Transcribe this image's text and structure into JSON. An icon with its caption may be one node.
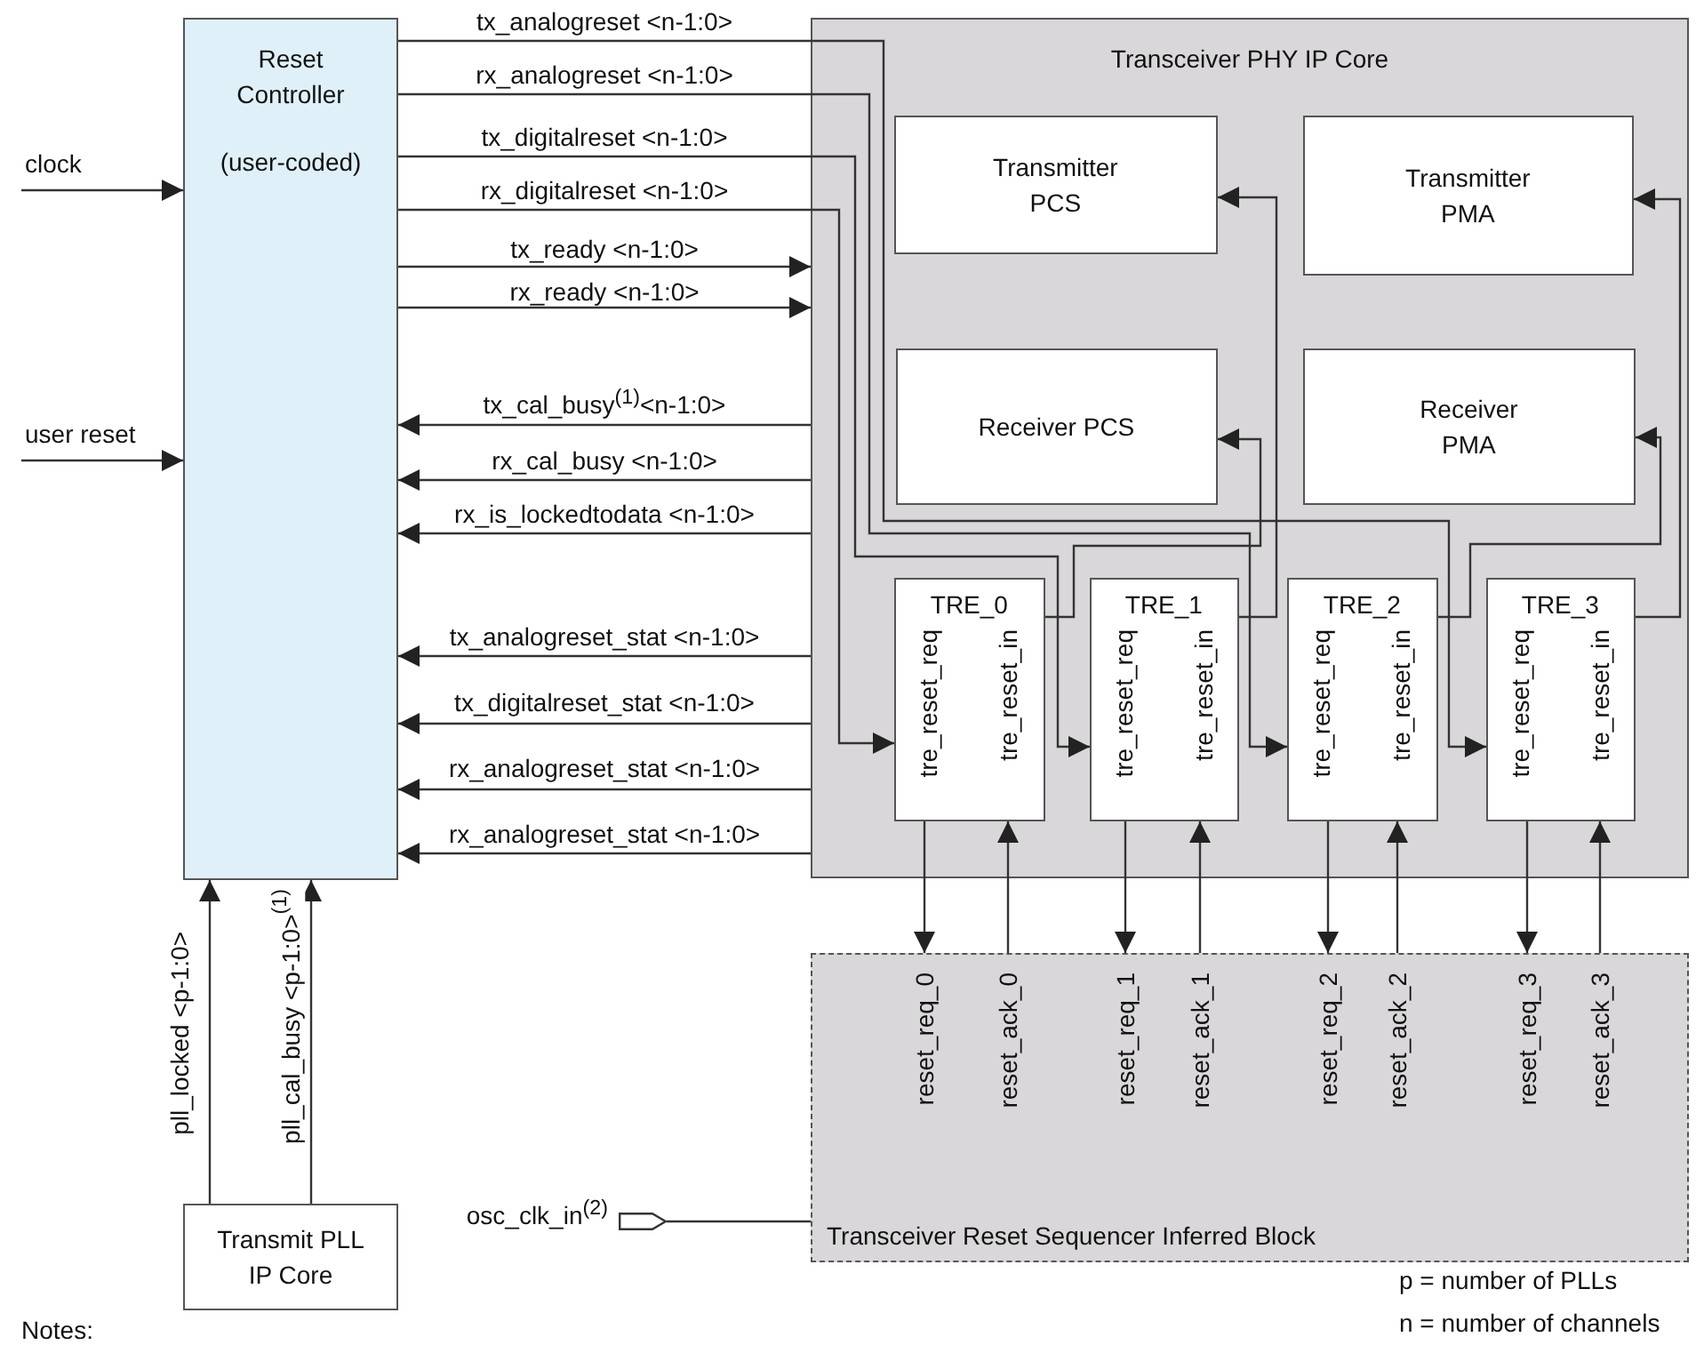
{
  "diagram": {
    "nodes": [
      {
        "text": [
          "Reset Controller",
          "(user-coded)"
        ]
      },
      {
        "text": [
          "Transceiver PHY IP Core"
        ]
      },
      {
        "text": [
          "Transmitter PCS"
        ],
        "in": 1
      },
      {
        "text": [
          "Transmitter PMA"
        ],
        "in": 1
      },
      {
        "text": [
          "Receiver PCS"
        ],
        "in": 1
      },
      {
        "text": [
          "Receiver PMA"
        ],
        "in": 1
      },
      {
        "text": [
          "TRE_0",
          "tre_reset_req",
          "tre_reset_in"
        ],
        "in": 1
      },
      {
        "text": [
          "TRE_1",
          "tre_reset_req",
          "tre_reset_in"
        ],
        "in": 1
      },
      {
        "text": [
          "TRE_2",
          "tre_reset_req",
          "tre_reset_in"
        ],
        "in": 1
      },
      {
        "text": [
          "TRE_3",
          "tre_reset_req",
          "tre_reset_in"
        ],
        "in": 1
      },
      {
        "text": [
          "reset_req_0",
          "reset_ack_0",
          "reset_req_1",
          "reset_ack_1",
          "reset_req_2",
          "reset_ack_2",
          "reset_req_3",
          "reset_ack_3",
          "Transceiver Reset Sequencer Inferred Block"
        ]
      },
      {
        "text": [
          "Transmit PLL IP Core"
        ]
      },
      {
        "text": [],
        "shape": "pentagon",
        "beside": [
          "osc_clk_in$^{(2)}$"
        ]
      }
    ],
    "edges": [
      {
        "from": null,
        "to": 0,
        "arrow": "to",
        "label": "clock"
      },
      {
        "from": null,
        "to": 0,
        "arrow": "to",
        "label": "user reset"
      },
      {
        "from": 0,
        "to": 9,
        "arrow": "to",
        "label": "tx_analogreset <n-1:0>"
      },
      {
        "from": 0,
        "to": 8,
        "arrow": "to",
        "label": "rx_analogreset <n-1:0>"
      },
      {
        "from": 0,
        "to": 7,
        "arrow": "to",
        "label": "tx_digitalreset <n-1:0>"
      },
      {
        "from": 0,
        "to": 6,
        "arrow": "to",
        "label": "rx_digitalreset <n-1:0>"
      },
      {
        "from": 0,
        "to": 1,
        "arrow": "to",
        "label": "tx_ready <n-1:0>"
      },
      {
        "from": 0,
        "to": 1,
        "arrow": "to",
        "label": "rx_ready <n-1:0>"
      },
      {
        "from": 1,
        "to": 0,
        "arrow": "to",
        "label": "tx_cal_busy$^{(1)}$<n-1:0>"
      },
      {
        "from": 1,
        "to": 0,
        "arrow": "to",
        "label": "rx_cal_busy <n-1:0>"
      },
      {
        "from": 1,
        "to": 0,
        "arrow": "to",
        "label": "rx_is_lockedtodata <n-1:0>"
      },
      {
        "from": 1,
        "to": 0,
        "arrow": "to",
        "label": "tx_analogreset_stat <n-1:0>"
      },
      {
        "from": 1,
        "to": 0,
        "arrow": "to",
        "label": "tx_digitalreset_stat <n-1:0>"
      },
      {
        "from": 1,
        "to": 0,
        "arrow": "to",
        "label": "rx_analogreset_stat <n-1:0>"
      },
      {
        "from": 1,
        "to": 0,
        "arrow": "to",
        "label": "rx_analogreset_stat <n-1:0>"
      },
      {
        "from": 6,
        "to": 4,
        "arrow": "to"
      },
      {
        "from": 7,
        "to": 2,
        "arrow": "to"
      },
      {
        "from": 8,
        "to": 5,
        "arrow": "to"
      },
      {
        "from": 9,
        "to": 3,
        "arrow": "to"
      },
      {
        "from": 6,
        "to": 10,
        "arrow": "to"
      },
      {
        "from": 10,
        "to": 6,
        "arrow": "to"
      },
      {
        "from": 7,
        "to": 10,
        "arrow": "to"
      },
      {
        "from": 10,
        "to": 7,
        "arrow": "to"
      },
      {
        "from": 8,
        "to": 10,
        "arrow": "to"
      },
      {
        "from": 10,
        "to": 8,
        "arrow": "to"
      },
      {
        "from": 9,
        "to": 10,
        "arrow": "to"
      },
      {
        "from": 10,
        "to": 9,
        "arrow": "to"
      },
      {
        "from": 11,
        "to": 0,
        "arrow": "to",
        "label": "pll_locked <p-1:0>"
      },
      {
        "from": 11,
        "to": 0,
        "arrow": "to",
        "label": "pll_cal_busy <p-1:0>$^{(1)}$"
      },
      {
        "from": 12,
        "to": 10,
        "arrow": "none"
      }
    ],
    "labels": [
      "Notes:",
      "p = number of PLLs",
      "n = number of channels"
    ]
  }
}
